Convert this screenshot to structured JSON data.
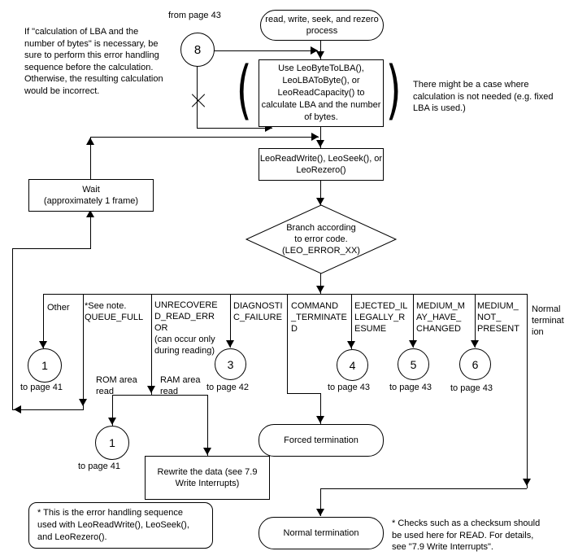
{
  "header": {
    "from_page_label": "from page 43",
    "note_left": "If \"calculation of LBA and the\nnumber of bytes\" is necessary, be\nsure to perform this error handling\nsequence before the calculation.\nOtherwise, the resulting calculation\nwould be incorrect.",
    "start_terminal": "read, write, seek, and rezero\nprocess",
    "connector_8": "8",
    "calc_box": "Use LeoByteToLBA(),\nLeoLBAToByte(), or\nLeoReadCapacity() to\ncalculate LBA and the number\nof bytes.",
    "paren_left": "(",
    "paren_right": ")",
    "note_right": "There might be a case where\ncalculation is not needed (e.g. fixed\nLBA is used.)"
  },
  "process": {
    "call_box": "LeoReadWrite(), LeoSeek(), or\nLeoRezero()",
    "wait_box": "Wait\n(approximately 1 frame)",
    "decision": "Branch according\nto error code.\n(LEO_ERROR_XX)"
  },
  "branches": {
    "other": {
      "label": "Other",
      "circle": "1",
      "page": "to page 41"
    },
    "queue_full": {
      "label": "*See note.\nQUEUE_FULL"
    },
    "unrecovered": {
      "label": "UNRECOVERE\nD_READ_ERR\nOR\n(can occur only\nduring reading)",
      "rom": "ROM area\nread",
      "ram": "RAM area\nread",
      "circle": "1",
      "page": "to page 41"
    },
    "diagnostic": {
      "label": "DIAGNOSTI\nC_FAILURE",
      "circle": "3",
      "page": "to page 42"
    },
    "command_terminated": {
      "label": "COMMAND\n_TERMINATE\nD"
    },
    "ejected": {
      "label": "EJECTED_IL\nLEGALLY_R\nESUME",
      "circle": "4",
      "page": "to page 43"
    },
    "medium_changed": {
      "label": "MEDIUM_M\nAY_HAVE_\nCHANGED",
      "circle": "5",
      "page": "to page 43"
    },
    "medium_not_present": {
      "label": "MEDIUM_\nNOT_\nPRESENT",
      "circle": "6",
      "page": "to page 43"
    },
    "normal_side_label": "Normal\nterminat\nion"
  },
  "bottom": {
    "forced_terminal": "Forced termination",
    "rewrite_box": "Rewrite the data (see 7.9\nWrite Interrupts)",
    "normal_terminal": "Normal termination",
    "note_box": "* This is the error handling sequence\nused with LeoReadWrite(), LeoSeek(),\nand LeoRezero().",
    "checks_note": "* Checks such as a checksum should\nbe used here for READ. For details,\nsee \"7.9 Write Interrupts\"."
  }
}
